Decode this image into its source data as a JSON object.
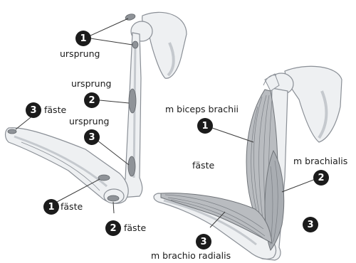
{
  "colors": {
    "bone_fill": "#eef0f2",
    "bone_stroke": "#8a8f96",
    "shade": "#c5c9ce",
    "muscle_fill": "#b9bcc0",
    "attach_fill": "#8f9398",
    "line": "#3a3a3a",
    "badge": "#1b1b1b"
  },
  "left_figure": {
    "markers": [
      {
        "num": "1",
        "text": "ursprung"
      },
      {
        "num": "2",
        "text": "ursprung"
      },
      {
        "num": "3",
        "text": "ursprung"
      },
      {
        "num": "3",
        "text": "fäste"
      },
      {
        "num": "1",
        "text": "fäste"
      },
      {
        "num": "2",
        "text": "fäste"
      }
    ]
  },
  "right_figure": {
    "center_label": "fäste",
    "muscles": [
      {
        "num": "1",
        "text": "m biceps brachii"
      },
      {
        "num": "2",
        "text": "m brachialis"
      },
      {
        "num": "3",
        "text": "m brachio radialis"
      }
    ],
    "extra_badge": "3"
  }
}
